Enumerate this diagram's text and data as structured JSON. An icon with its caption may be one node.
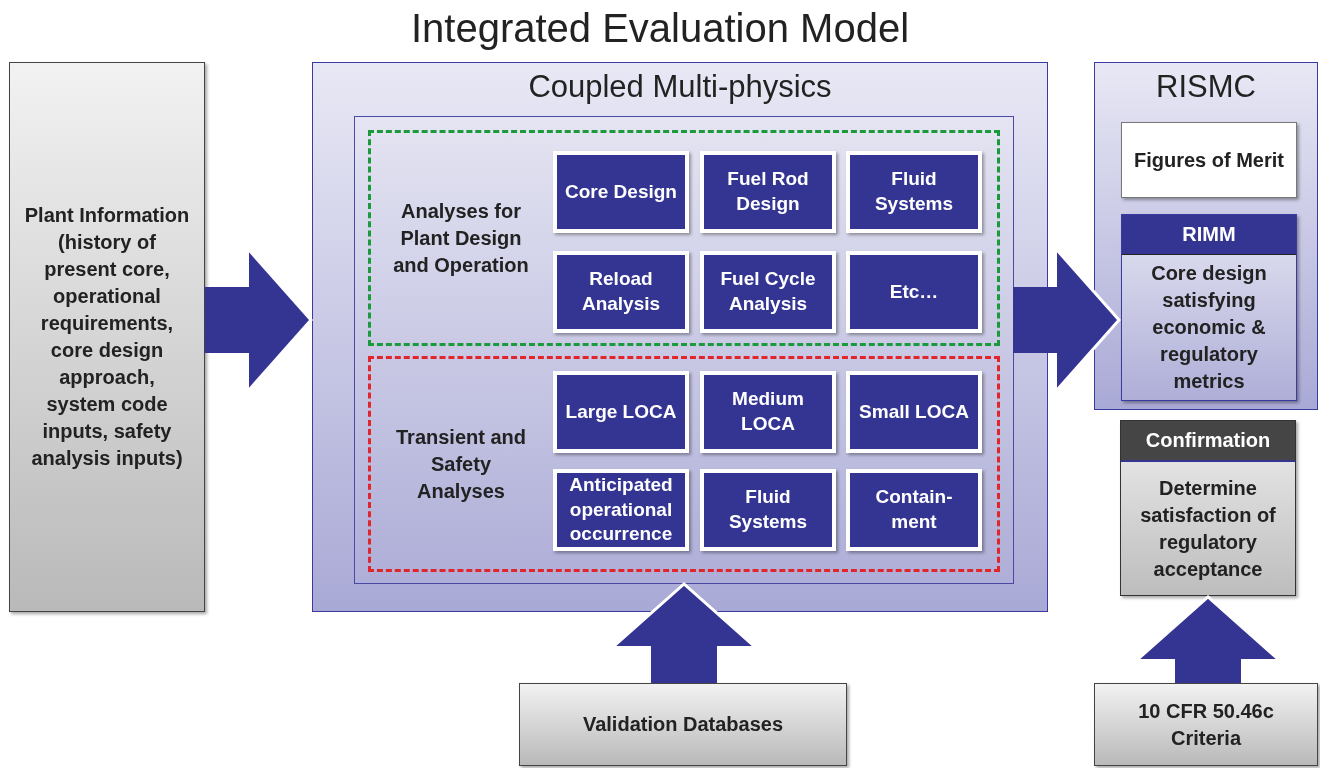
{
  "diagram": {
    "title": "Integrated Evaluation Model",
    "nodes": [
      {
        "text": [
          "Plant Information (history of present core, operational requirements, core design approach, system code inputs, safety analysis inputs)"
        ]
      },
      {
        "text": [
          "Coupled Multi-physics"
        ]
      },
      {
        "text": [],
        "shape": "box",
        "in": 1
      },
      {
        "text": [
          "Analyses for Plant Design and Operation"
        ],
        "in": 2
      },
      {
        "text": [
          "Core Design"
        ],
        "in": 3
      },
      {
        "text": [
          "Fuel Rod Design"
        ],
        "in": 3
      },
      {
        "text": [
          "Fluid Systems"
        ],
        "in": 3
      },
      {
        "text": [
          "Reload Analysis"
        ],
        "in": 3
      },
      {
        "text": [
          "Fuel Cycle Analysis"
        ],
        "in": 3
      },
      {
        "text": [
          "Etc…"
        ],
        "in": 3
      },
      {
        "text": [
          "Transient and Safety Analyses"
        ],
        "in": 2
      },
      {
        "text": [
          "Large LOCA"
        ],
        "in": 10
      },
      {
        "text": [
          "Medium LOCA"
        ],
        "in": 10
      },
      {
        "text": [
          "Small LOCA"
        ],
        "in": 10
      },
      {
        "text": [
          "Anticipated operational occurrence"
        ],
        "in": 10
      },
      {
        "text": [
          "Fluid Systems"
        ],
        "in": 10
      },
      {
        "text": [
          "Contain- ment"
        ],
        "in": 10
      },
      {
        "text": [
          "RISMC"
        ]
      },
      {
        "text": [
          "Figures of Merit"
        ],
        "in": 17
      },
      {
        "text": [
          "RIMM",
          "Core design satisfying economic & regulatory metrics"
        ],
        "in": 17
      },
      {
        "text": [
          "Confirmation",
          "Determine satisfaction of regulatory acceptance"
        ]
      },
      {
        "text": [
          "Validation Databases"
        ]
      },
      {
        "text": [
          "10 CFR 50.46c Criteria"
        ]
      }
    ],
    "edges": [
      {
        "from": 0,
        "to": 1,
        "arrow": "to"
      },
      {
        "from": 2,
        "to": 19,
        "arrow": "to"
      },
      {
        "from": 21,
        "to": 2,
        "arrow": "to"
      },
      {
        "from": 22,
        "to": 20,
        "arrow": "to"
      }
    ]
  }
}
